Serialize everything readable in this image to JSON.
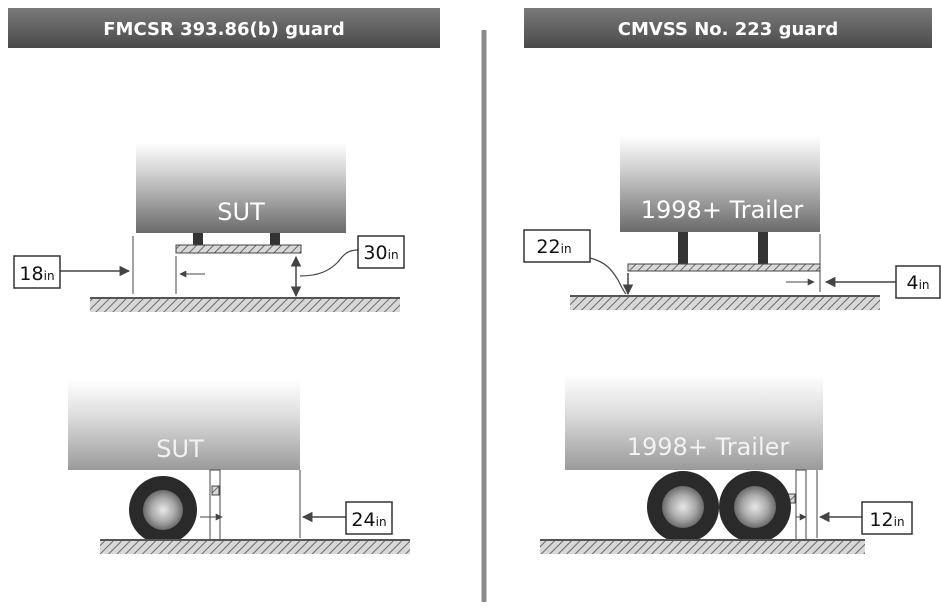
{
  "left": {
    "header": "FMCSR 393.86(b) guard",
    "top_vehicle": "SUT",
    "bottom_vehicle": "SUT",
    "labels": [
      {
        "value": "18",
        "unit": "in"
      },
      {
        "value": "30",
        "unit": "in"
      },
      {
        "value": "24",
        "unit": "in"
      }
    ]
  },
  "right": {
    "header": "CMVSS No. 223 guard",
    "top_vehicle": "1998+ Trailer",
    "bottom_vehicle": "1998+ Trailer",
    "labels": [
      {
        "value": "22",
        "unit": "in"
      },
      {
        "value": "4",
        "unit": "in"
      },
      {
        "value": "12",
        "unit": "in"
      }
    ]
  }
}
